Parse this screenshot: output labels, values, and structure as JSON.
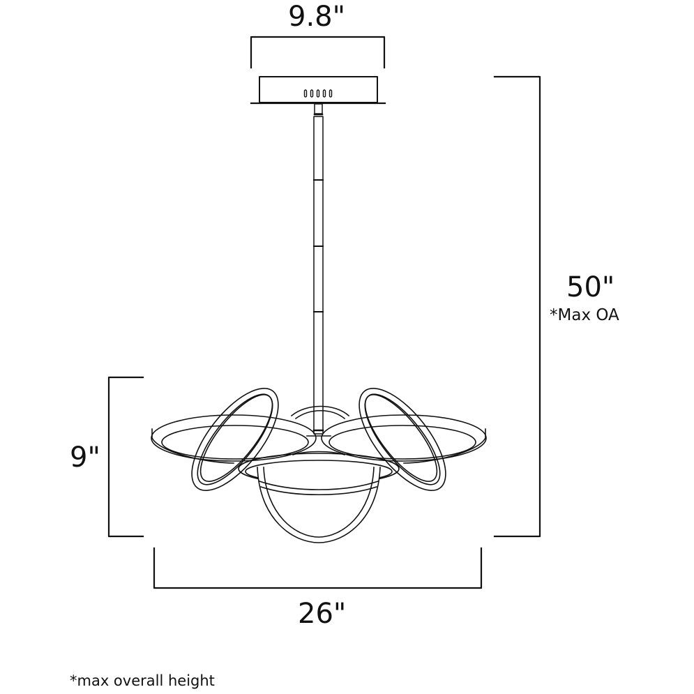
{
  "diagram": {
    "type": "product-dimension-drawing",
    "subject": "LED ring chandelier pendant",
    "colors": {
      "line": "#111111",
      "background": "#ffffff"
    },
    "dimensions": {
      "canopy_width": {
        "label": "9.8\"",
        "value": 9.8,
        "unit": "in"
      },
      "overall_height": {
        "label": "50\"",
        "value": 50,
        "unit": "in",
        "note": "*Max OA"
      },
      "fixture_height": {
        "label": "9\"",
        "value": 9,
        "unit": "in"
      },
      "fixture_width": {
        "label": "26\"",
        "value": 26,
        "unit": "in"
      }
    },
    "footnote": "*max overall height"
  }
}
